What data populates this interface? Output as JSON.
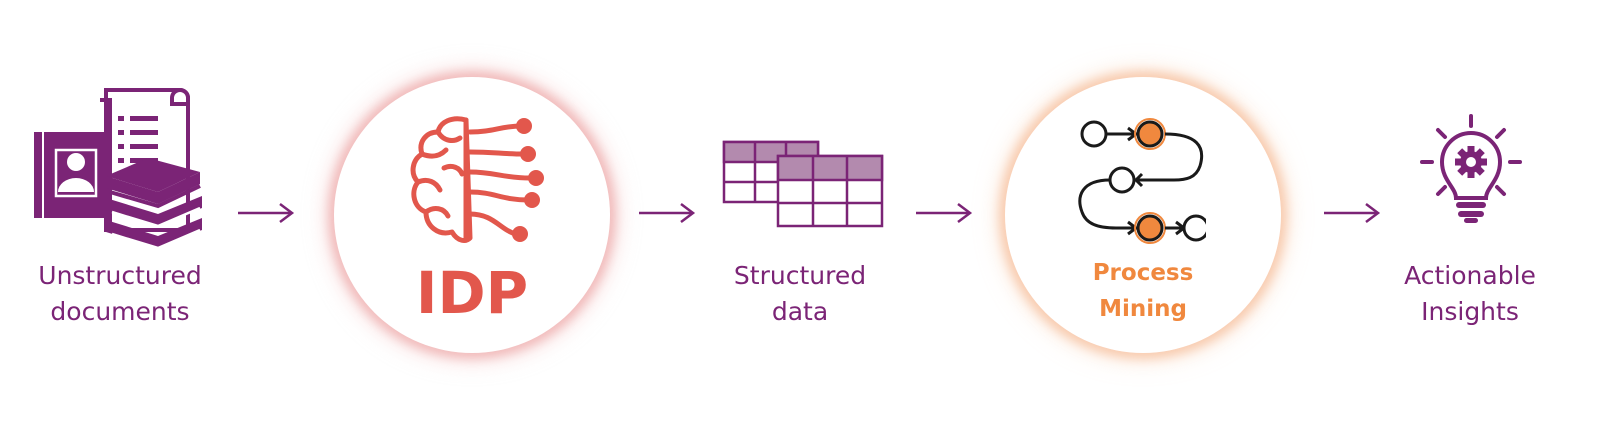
{
  "colors": {
    "purple": "#7b2476",
    "purple_light": "#b38aae",
    "red": "#e2574c",
    "orange": "#f0883e",
    "dark": "#1a1a1a"
  },
  "steps": {
    "documents": {
      "line1": "Unstructured",
      "line2": "documents",
      "icon": "documents-books-icon"
    },
    "idp": {
      "label": "IDP",
      "icon": "brain-network-icon"
    },
    "structured": {
      "line1": "Structured",
      "line2": "data",
      "icon": "tables-icon"
    },
    "process": {
      "line1": "Process",
      "line2": "Mining",
      "icon": "process-flow-icon"
    },
    "insights": {
      "line1": "Actionable",
      "line2": "Insights",
      "icon": "lightbulb-gear-icon"
    }
  },
  "arrows": [
    "right-arrow-icon",
    "right-arrow-icon",
    "right-arrow-icon",
    "right-arrow-icon"
  ]
}
